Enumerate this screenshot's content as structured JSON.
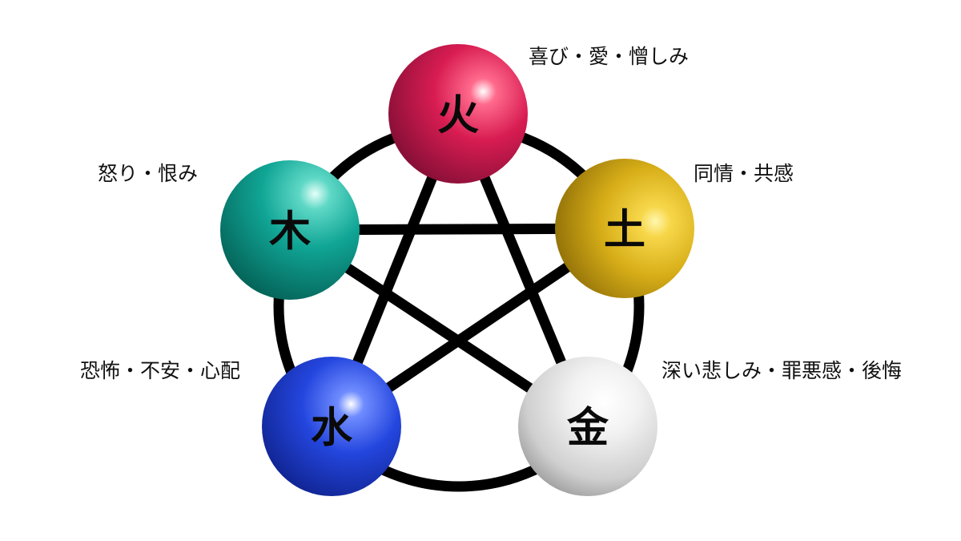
{
  "elements": {
    "fire": {
      "glyph": "火",
      "emotions": "喜び・愛・憎しみ"
    },
    "earth": {
      "glyph": "土",
      "emotions": "同情・共感"
    },
    "metal": {
      "glyph": "金",
      "emotions": "深い悲しみ・罪悪感・後悔"
    },
    "water": {
      "glyph": "水",
      "emotions": "恐怖・不安・心配"
    },
    "wood": {
      "glyph": "木",
      "emotions": "怒り・恨み"
    }
  },
  "colors": {
    "fire": "#c8174f",
    "earth": "#dcb31c",
    "metal": "#d8d8d8",
    "water": "#1f3fd0",
    "wood": "#0ea596",
    "lines": "#000000"
  }
}
